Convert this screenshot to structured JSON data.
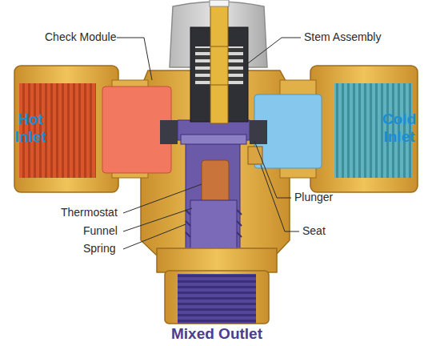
{
  "diagram": {
    "labels": [
      "Check Module",
      "Stem Assembly",
      "Hot Inlet",
      "Cold Inlet",
      "Thermostat",
      "Funnel",
      "Spring",
      "Plunger",
      "Seat",
      "Mixed Outlet"
    ]
  }
}
